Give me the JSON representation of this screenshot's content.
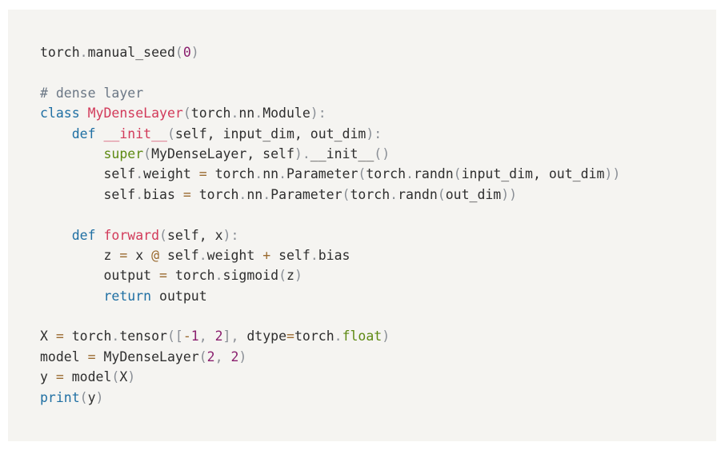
{
  "code": {
    "language": "python",
    "lines": [
      [
        {
          "t": "torch",
          "k": "plain"
        },
        {
          "t": ".",
          "k": "p"
        },
        {
          "t": "manual_seed",
          "k": "plain"
        },
        {
          "t": "(",
          "k": "p"
        },
        {
          "t": "0",
          "k": "num"
        },
        {
          "t": ")",
          "k": "p"
        }
      ],
      [],
      [
        {
          "t": "# dense layer",
          "k": "cm"
        }
      ],
      [
        {
          "t": "class",
          "k": "kw"
        },
        {
          "t": " ",
          "k": "plain"
        },
        {
          "t": "MyDenseLayer",
          "k": "fn"
        },
        {
          "t": "(",
          "k": "p"
        },
        {
          "t": "torch",
          "k": "plain"
        },
        {
          "t": ".",
          "k": "p"
        },
        {
          "t": "nn",
          "k": "plain"
        },
        {
          "t": ".",
          "k": "p"
        },
        {
          "t": "Module",
          "k": "plain"
        },
        {
          "t": "):",
          "k": "p"
        }
      ],
      [
        {
          "t": "    ",
          "k": "plain"
        },
        {
          "t": "def",
          "k": "kw"
        },
        {
          "t": " ",
          "k": "plain"
        },
        {
          "t": "__init__",
          "k": "fn"
        },
        {
          "t": "(",
          "k": "p"
        },
        {
          "t": "self, input_dim, out_dim",
          "k": "plain"
        },
        {
          "t": "):",
          "k": "p"
        }
      ],
      [
        {
          "t": "        ",
          "k": "plain"
        },
        {
          "t": "super",
          "k": "builtin"
        },
        {
          "t": "(",
          "k": "p"
        },
        {
          "t": "MyDenseLayer, self",
          "k": "plain"
        },
        {
          "t": ").",
          "k": "p"
        },
        {
          "t": "__init__",
          "k": "plain"
        },
        {
          "t": "()",
          "k": "p"
        }
      ],
      [
        {
          "t": "        ",
          "k": "plain"
        },
        {
          "t": "self",
          "k": "plain"
        },
        {
          "t": ".",
          "k": "p"
        },
        {
          "t": "weight ",
          "k": "plain"
        },
        {
          "t": "=",
          "k": "op"
        },
        {
          "t": " torch",
          "k": "plain"
        },
        {
          "t": ".",
          "k": "p"
        },
        {
          "t": "nn",
          "k": "plain"
        },
        {
          "t": ".",
          "k": "p"
        },
        {
          "t": "Parameter",
          "k": "plain"
        },
        {
          "t": "(",
          "k": "p"
        },
        {
          "t": "torch",
          "k": "plain"
        },
        {
          "t": ".",
          "k": "p"
        },
        {
          "t": "randn",
          "k": "plain"
        },
        {
          "t": "(",
          "k": "p"
        },
        {
          "t": "input_dim, out_dim",
          "k": "plain"
        },
        {
          "t": "))",
          "k": "p"
        }
      ],
      [
        {
          "t": "        ",
          "k": "plain"
        },
        {
          "t": "self",
          "k": "plain"
        },
        {
          "t": ".",
          "k": "p"
        },
        {
          "t": "bias ",
          "k": "plain"
        },
        {
          "t": "=",
          "k": "op"
        },
        {
          "t": " torch",
          "k": "plain"
        },
        {
          "t": ".",
          "k": "p"
        },
        {
          "t": "nn",
          "k": "plain"
        },
        {
          "t": ".",
          "k": "p"
        },
        {
          "t": "Parameter",
          "k": "plain"
        },
        {
          "t": "(",
          "k": "p"
        },
        {
          "t": "torch",
          "k": "plain"
        },
        {
          "t": ".",
          "k": "p"
        },
        {
          "t": "randn",
          "k": "plain"
        },
        {
          "t": "(",
          "k": "p"
        },
        {
          "t": "out_dim",
          "k": "plain"
        },
        {
          "t": "))",
          "k": "p"
        }
      ],
      [],
      [
        {
          "t": "    ",
          "k": "plain"
        },
        {
          "t": "def",
          "k": "kw"
        },
        {
          "t": " ",
          "k": "plain"
        },
        {
          "t": "forward",
          "k": "fn"
        },
        {
          "t": "(",
          "k": "p"
        },
        {
          "t": "self, x",
          "k": "plain"
        },
        {
          "t": "):",
          "k": "p"
        }
      ],
      [
        {
          "t": "        ",
          "k": "plain"
        },
        {
          "t": "z ",
          "k": "plain"
        },
        {
          "t": "=",
          "k": "op"
        },
        {
          "t": " x ",
          "k": "plain"
        },
        {
          "t": "@",
          "k": "op"
        },
        {
          "t": " self",
          "k": "plain"
        },
        {
          "t": ".",
          "k": "p"
        },
        {
          "t": "weight ",
          "k": "plain"
        },
        {
          "t": "+",
          "k": "op"
        },
        {
          "t": " self",
          "k": "plain"
        },
        {
          "t": ".",
          "k": "p"
        },
        {
          "t": "bias",
          "k": "plain"
        }
      ],
      [
        {
          "t": "        ",
          "k": "plain"
        },
        {
          "t": "output ",
          "k": "plain"
        },
        {
          "t": "=",
          "k": "op"
        },
        {
          "t": " torch",
          "k": "plain"
        },
        {
          "t": ".",
          "k": "p"
        },
        {
          "t": "sigmoid",
          "k": "plain"
        },
        {
          "t": "(",
          "k": "p"
        },
        {
          "t": "z",
          "k": "plain"
        },
        {
          "t": ")",
          "k": "p"
        }
      ],
      [
        {
          "t": "        ",
          "k": "plain"
        },
        {
          "t": "return",
          "k": "kw"
        },
        {
          "t": " output",
          "k": "plain"
        }
      ],
      [],
      [
        {
          "t": "X ",
          "k": "plain"
        },
        {
          "t": "=",
          "k": "op"
        },
        {
          "t": " torch",
          "k": "plain"
        },
        {
          "t": ".",
          "k": "p"
        },
        {
          "t": "tensor",
          "k": "plain"
        },
        {
          "t": "([",
          "k": "p"
        },
        {
          "t": "-",
          "k": "op"
        },
        {
          "t": "1",
          "k": "num"
        },
        {
          "t": ",",
          "k": "p"
        },
        {
          "t": " ",
          "k": "plain"
        },
        {
          "t": "2",
          "k": "num"
        },
        {
          "t": "],",
          "k": "p"
        },
        {
          "t": " dtype",
          "k": "plain"
        },
        {
          "t": "=",
          "k": "op"
        },
        {
          "t": "torch",
          "k": "plain"
        },
        {
          "t": ".",
          "k": "p"
        },
        {
          "t": "float",
          "k": "builtin"
        },
        {
          "t": ")",
          "k": "p"
        }
      ],
      [
        {
          "t": "model ",
          "k": "plain"
        },
        {
          "t": "=",
          "k": "op"
        },
        {
          "t": " MyDenseLayer",
          "k": "plain"
        },
        {
          "t": "(",
          "k": "p"
        },
        {
          "t": "2",
          "k": "num"
        },
        {
          "t": ",",
          "k": "p"
        },
        {
          "t": " ",
          "k": "plain"
        },
        {
          "t": "2",
          "k": "num"
        },
        {
          "t": ")",
          "k": "p"
        }
      ],
      [
        {
          "t": "y ",
          "k": "plain"
        },
        {
          "t": "=",
          "k": "op"
        },
        {
          "t": " model",
          "k": "plain"
        },
        {
          "t": "(",
          "k": "p"
        },
        {
          "t": "X",
          "k": "plain"
        },
        {
          "t": ")",
          "k": "p"
        }
      ],
      [
        {
          "t": "print",
          "k": "kw"
        },
        {
          "t": "(",
          "k": "p"
        },
        {
          "t": "y",
          "k": "plain"
        },
        {
          "t": ")",
          "k": "p"
        }
      ]
    ]
  },
  "colors": {
    "panel_background": "#f5f4f1",
    "keyword": "#1f6fa3",
    "function_name": "#d23a5a",
    "builtin": "#5e8a13",
    "number": "#8a1f6e",
    "comment": "#6b7785",
    "punctuation": "#8a8f96",
    "operator": "#9a6a2f",
    "text": "#2e2e2e"
  }
}
